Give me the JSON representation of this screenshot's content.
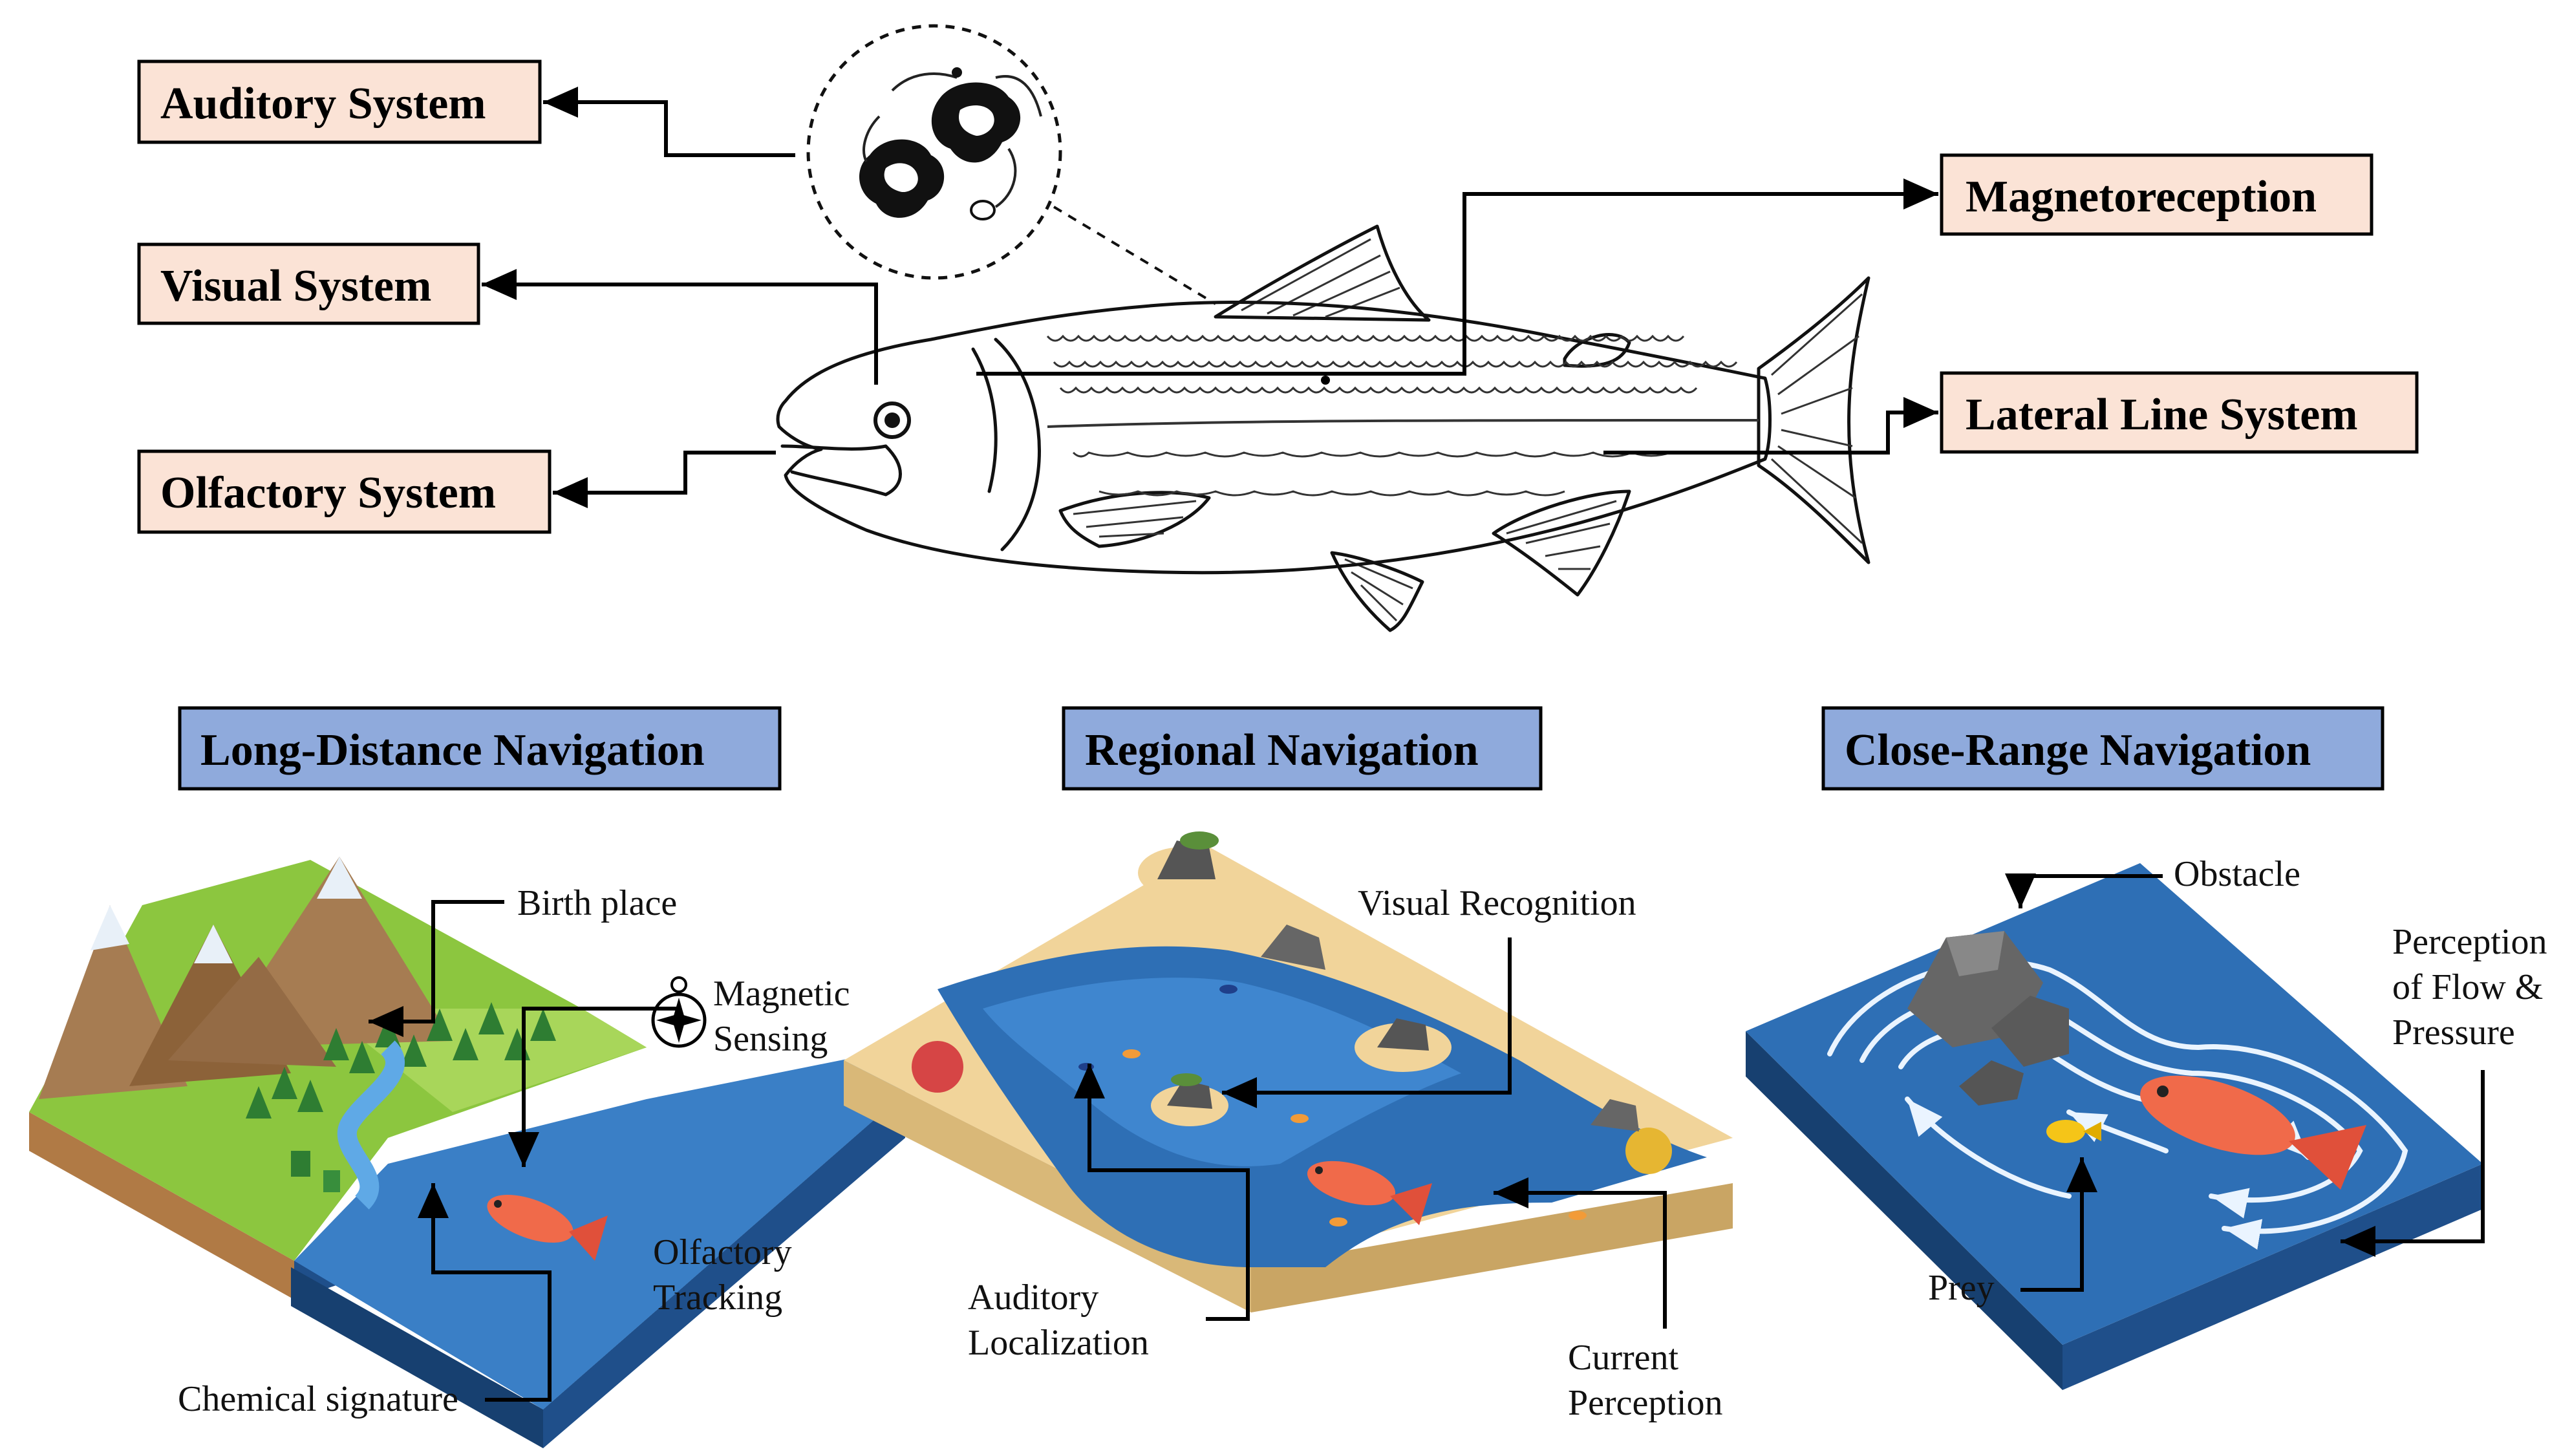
{
  "sensory_systems": {
    "auditory": "Auditory System",
    "visual": "Visual System",
    "olfactory": "Olfactory System",
    "magneto": "Magnetoreception",
    "lateral": "Lateral Line System"
  },
  "navigation": {
    "long": {
      "title": "Long-Distance Navigation",
      "birth_place": "Birth place",
      "magnetic_1": "Magnetic",
      "magnetic_2": "Sensing",
      "olfactory_1": "Olfactory",
      "olfactory_2": "Tracking",
      "chemical": "Chemical signature"
    },
    "regional": {
      "title": "Regional Navigation",
      "visual": "Visual Recognition",
      "auditory_1": "Auditory",
      "auditory_2": "Localization",
      "current_1": "Current",
      "current_2": "Perception"
    },
    "close": {
      "title": "Close-Range Navigation",
      "obstacle": "Obstacle",
      "flow_1": "Perception",
      "flow_2": "of Flow &",
      "flow_3": "Pressure",
      "prey": "Prey"
    }
  },
  "colors": {
    "sense_box_fill": "#fbe3d6",
    "nav_box_fill": "#8faadc",
    "water": "#2e6fb5",
    "water_side": "#1f4f8a",
    "sand": "#f1d49a",
    "grass": "#8cc63f",
    "fish": "#f06a4a"
  }
}
